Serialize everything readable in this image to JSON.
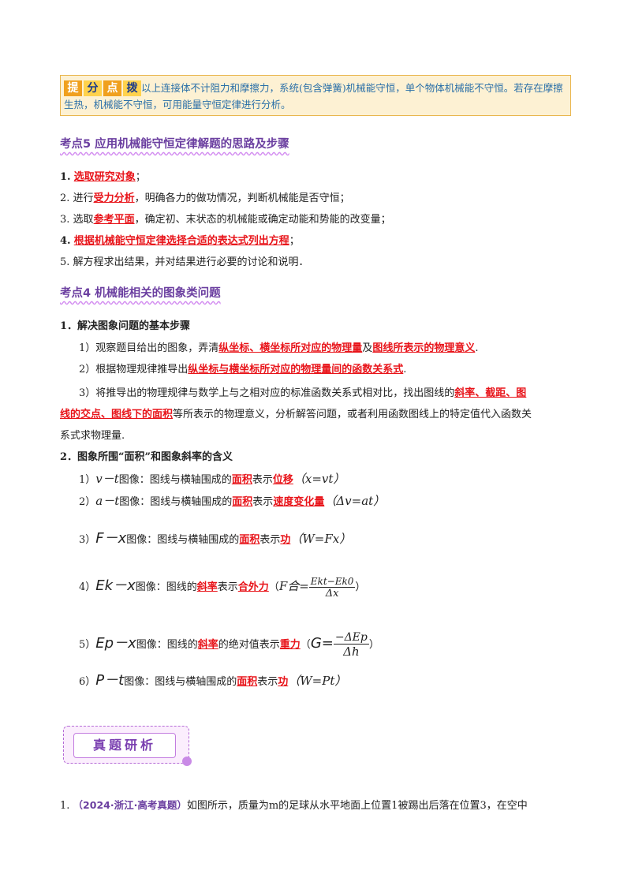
{
  "tip": {
    "badges": [
      "提",
      "分",
      "点",
      "拨"
    ],
    "text": "以上连接体不计阻力和摩擦力，系统(包含弹簧)机械能守恒，单个物体机械能不守恒。若存在摩擦生热，机械能不守恒，可用能量守恒定律进行分析。"
  },
  "section5": {
    "title": "考点5  应用机械能守恒定律解题的思路及步骤",
    "steps": [
      {
        "num": "1.",
        "pre": "",
        "hl": "选取研究对象",
        "post": "；"
      },
      {
        "num": "2.",
        "pre": "进行",
        "hl": "受力分析",
        "post": "，明确各力的做功情况，判断机械能是否守恒；"
      },
      {
        "num": "3.",
        "pre": "选取",
        "hl": "参考平面",
        "post": "，确定初、末状态的机械能或确定动能和势能的改变量；"
      },
      {
        "num": "4.",
        "pre": "",
        "hl": "根据机械能守恒定律选择合适的表达式列出方程",
        "post": "；"
      },
      {
        "num": "5.",
        "pre": "解方程求出结果，并对结果进行必要的讨论和说明．",
        "hl": "",
        "post": ""
      }
    ]
  },
  "section4": {
    "title": "考点4  机械能相关的图象类问题",
    "sub1": "1．解决图象问题的基本步骤",
    "s1a_pre": "1）观察题目给出的图象，弄清",
    "s1a_hl1": "纵坐标、横坐标所对应的物理量",
    "s1a_mid": "及",
    "s1a_hl2": "图线所表示的物理意义",
    "s1a_end": ".",
    "s1b_pre": "2）根据物理规律推导出",
    "s1b_hl": "纵坐标与横坐标所对应的物理量间的函数关系式",
    "s1b_end": ".",
    "s1c_pre": "3）将推导出的物理规律与数学上与之相对应的标准函数关系式相对比，找出图线的",
    "s1c_hl1": "斜率、截距、图",
    "s1c_hl2": "线的交点、图线下的面积",
    "s1c_post": "等所表示的物理意义，分析解答问题，或者利用函数图线上的特定值代入函数关",
    "s1c_last": "系式求物理量.",
    "sub2": "2．图象所围“面积”和图象斜率的含义",
    "items": {
      "i1": {
        "num": "1）",
        "axes": "v－t",
        "pre": "图像：图线与横轴围成的",
        "hl": "面积",
        "mid": "表示",
        "hl2": "位移",
        "formula": "（x=vt）"
      },
      "i2": {
        "num": "2）",
        "axes": "a－t",
        "pre": "图像：图线与横轴围成的",
        "hl": "面积",
        "mid": "表示",
        "hl2": "速度变化量",
        "formula": "（Δv=at）"
      },
      "i3": {
        "num": "3）",
        "axes": "F－x",
        "pre": "图像：图线与横轴围成的",
        "hl": "面积",
        "mid": "表示",
        "hl2": "功",
        "formula": "（W=Fx）"
      },
      "i4": {
        "num": "4）",
        "axes": "Ek－x",
        "pre": "图像：图线的",
        "hl": "斜率",
        "mid": "表示",
        "hl2": "合外力",
        "f_lhs": "F合=",
        "f_num": "Ekt−Ek0",
        "f_den": "Δx"
      },
      "i5": {
        "num": "5）",
        "axes": "Ep－x",
        "pre": "图像：图线的",
        "hl": "斜率",
        "mid": "的绝对值表示",
        "hl2": "重力",
        "f_lhs": "G=",
        "f_num": "−ΔEp",
        "f_den": "Δh"
      },
      "i6": {
        "num": "6）",
        "axes": "P－t",
        "pre": "图像：图线与横轴围成的",
        "hl": "面积",
        "mid": "表示",
        "hl2": "功",
        "formula": "（W=Pt）"
      }
    }
  },
  "banner": {
    "label": "真题研析"
  },
  "question": {
    "num": "1.",
    "source": "（2024·浙江·高考真题）",
    "text": "如图所示，质量为m的足球从水平地面上位置1被踢出后落在位置3，在空中"
  }
}
